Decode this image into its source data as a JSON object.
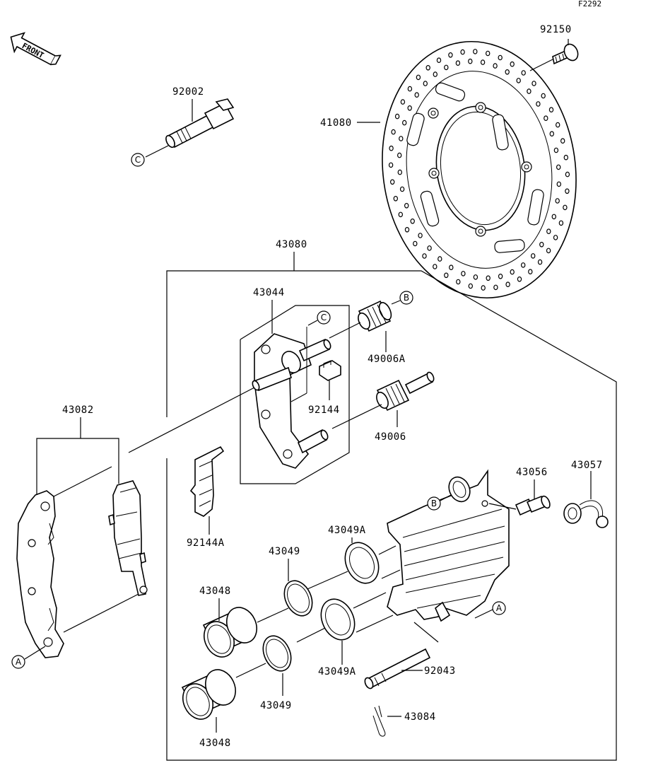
{
  "figure_id": "F2292",
  "front_label": "FRONT",
  "callouts": {
    "a": "A",
    "b": "B",
    "c": "C"
  },
  "parts": {
    "p92150": "92150",
    "p41080": "41080",
    "p92002": "92002",
    "p43080": "43080",
    "p43044": "43044",
    "p49006A": "49006A",
    "p92144": "92144",
    "p49006": "49006",
    "p43082": "43082",
    "p92144A": "92144A",
    "p43056": "43056",
    "p43057": "43057",
    "p43049A_top": "43049A",
    "p43049_top": "43049",
    "p43048_top": "43048",
    "p43049A_bottom": "43049A",
    "p92043": "92043",
    "p43049_bottom": "43049",
    "p43084": "43084",
    "p43048_bottom": "43048"
  }
}
